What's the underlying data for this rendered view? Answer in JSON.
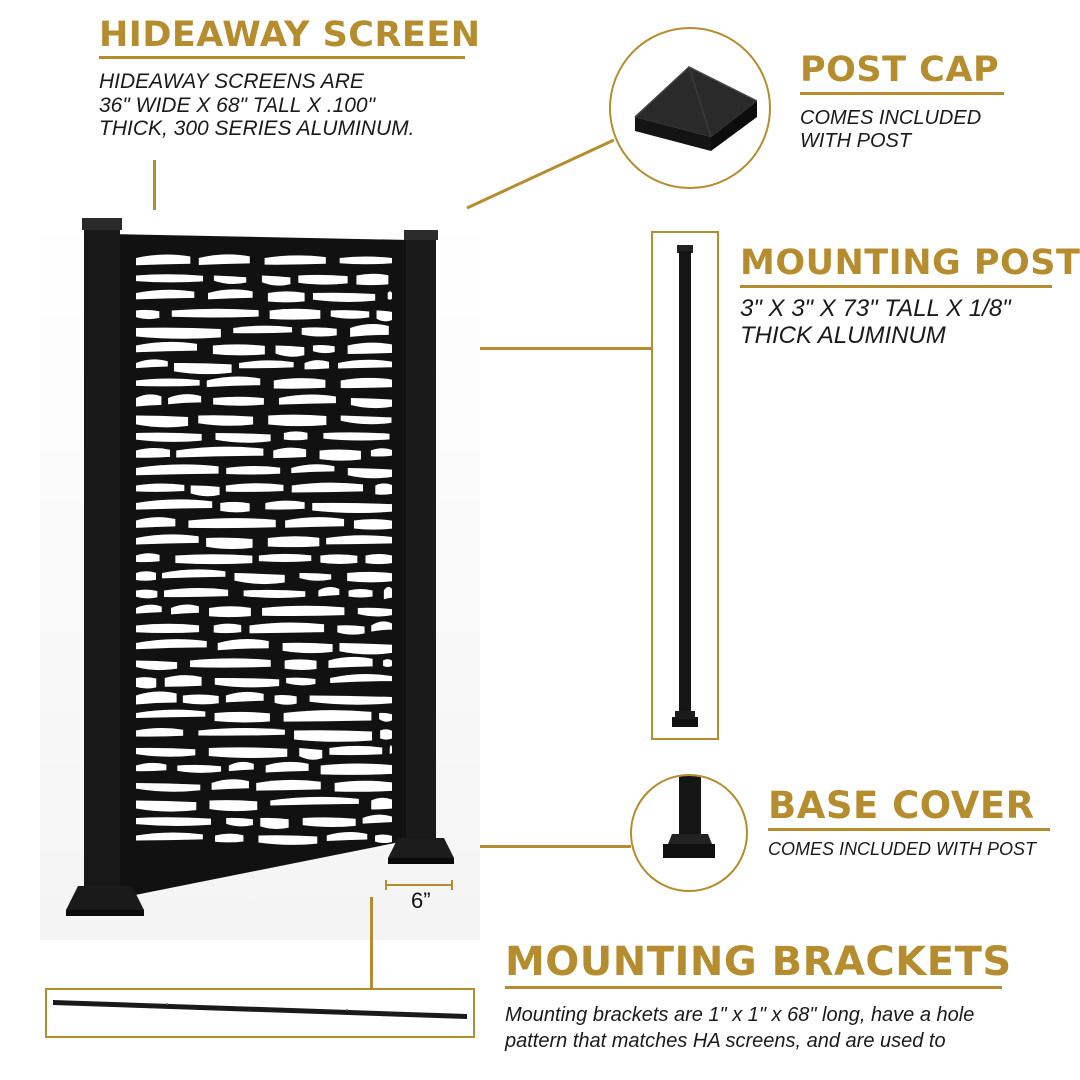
{
  "sections": {
    "hideaway": {
      "title": "HIDEAWAY SCREEN",
      "description": "HIDEAWAY SCREENS ARE\n36\" WIDE X 68\" TALL X .100\"\nTHICK, 300 SERIES ALUMINUM."
    },
    "post_cap": {
      "title": "POST CAP",
      "description": "COMES INCLUDED\nWITH POST"
    },
    "mounting_post": {
      "title": "MOUNTING POST",
      "description": "3\" X 3\" X 73\" TALL X 1/8\"\nTHICK ALUMINUM"
    },
    "base_cover": {
      "title": "BASE COVER",
      "description": "COMES INCLUDED WITH POST"
    },
    "mounting_brackets": {
      "title": "MOUNTING BRACKETS",
      "description": "Mounting brackets are 1\" x 1\" x 68\" long, have a hole\npattern that matches HA screens, and are used to"
    }
  },
  "dimension": {
    "label": "6”"
  },
  "colors": {
    "accent": "#b68d2e",
    "product": "#111111",
    "background": "#ffffff"
  },
  "icons": [
    "post-cap-icon",
    "mounting-post-icon",
    "base-cover-icon",
    "mounting-bracket-icon",
    "screen-panel-icon"
  ]
}
